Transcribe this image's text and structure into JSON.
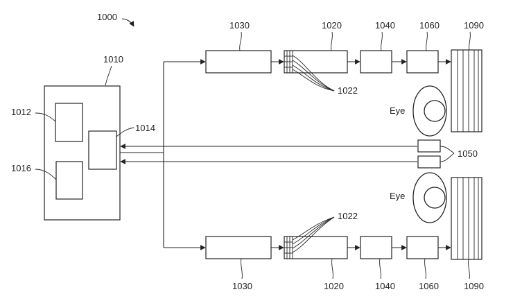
{
  "labels": {
    "system": "1000",
    "controller": "1010",
    "block_1012": "1012",
    "block_1014": "1014",
    "block_1016": "1016",
    "light_source": "1030",
    "modulator": "1020",
    "channels": "1022",
    "optic_1": "1040",
    "optic_2": "1060",
    "display": "1090",
    "sensor": "1050",
    "eye": "Eye"
  }
}
